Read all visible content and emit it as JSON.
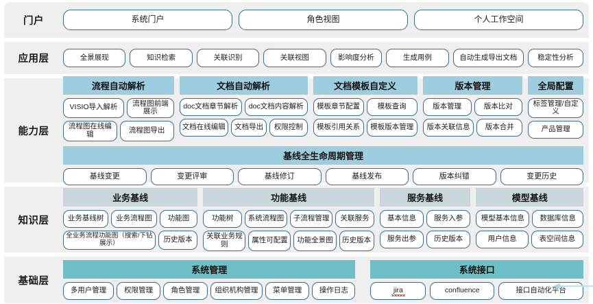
{
  "meta": {
    "colors": {
      "band_bg": "#efefef",
      "pill_border": "#3a6e88",
      "chip_blue": "#9ecddf",
      "chip_gray": "#c9d6da",
      "chip_teal": "#6fbfc6",
      "page_bg": "#ffffff"
    }
  },
  "layers": [
    {
      "label": "门户",
      "items": [
        "系统门户",
        "角色视图",
        "个人工作空间"
      ]
    },
    {
      "label": "应用层",
      "items": [
        "全景展现",
        "知识检索",
        "关联识别",
        "关联视图",
        "影响度分析",
        "生成用例",
        "自动生成导出文档",
        "稳定性分析"
      ]
    },
    {
      "label": "能力层",
      "groups": [
        {
          "title": "流程自动解析",
          "row1": [
            "VISIO导入解析",
            "流程图前端展示"
          ],
          "row2": [
            "流程图在线编辑",
            "流程图导出"
          ]
        },
        {
          "title": "文档自动解析",
          "row1": [
            "doc文档章节解析",
            "doc文档内容解析"
          ],
          "row2": [
            "文档在线编辑",
            "文档导出",
            "权限控制"
          ]
        },
        {
          "title": "文档模板自定义",
          "row1": [
            "模板章节配置",
            "模板查询"
          ],
          "row2": [
            "模板引用关系",
            "模板版本管理"
          ]
        },
        {
          "title": "版本管理",
          "row1": [
            "版本管理",
            "版本比对"
          ],
          "row2": [
            "版本关联信息",
            "版本合并"
          ]
        },
        {
          "title": "全局配置",
          "row1": [
            "标签管理/自定义"
          ],
          "row2": [
            "产品管理"
          ]
        }
      ],
      "lifecycle": {
        "title": "基线全生命周期管理",
        "items": [
          "基线变更",
          "变更评审",
          "基线修订",
          "基线发布",
          "版本纠错",
          "变更历史"
        ]
      }
    },
    {
      "label": "知识层",
      "groups": [
        {
          "title": "业务基线",
          "row1": [
            "业务基线树",
            "业务流程图",
            "功能图"
          ],
          "row2": [
            "全业务流程功能图（搜索/下钻展示）",
            "历史版本"
          ]
        },
        {
          "title": "功能基线",
          "row1": [
            "功能树",
            "系统流程图",
            "子流程管理",
            "关联服务"
          ],
          "row2": [
            "关联业务规则",
            "属性可配置",
            "功能全景图",
            "历史版本"
          ]
        },
        {
          "title": "服务基线",
          "row1": [
            "基本信息",
            "服务入参"
          ],
          "row2": [
            "服务出参",
            "历史版本"
          ]
        },
        {
          "title": "模型基线",
          "row1": [
            "模型基本信息",
            "数据库信息"
          ],
          "row2": [
            "用户信息",
            "表空间信息"
          ]
        }
      ]
    },
    {
      "label": "基础层",
      "groups": [
        {
          "title": "系统管理",
          "row1": [
            "多用户管理",
            "权限管理",
            "角色管理",
            "组织机构管理",
            "菜单管理",
            "操作日志"
          ]
        },
        {
          "title": "系统接口",
          "row1": [
            "jira",
            "confluence",
            "接口自动化平台"
          ]
        }
      ]
    }
  ]
}
